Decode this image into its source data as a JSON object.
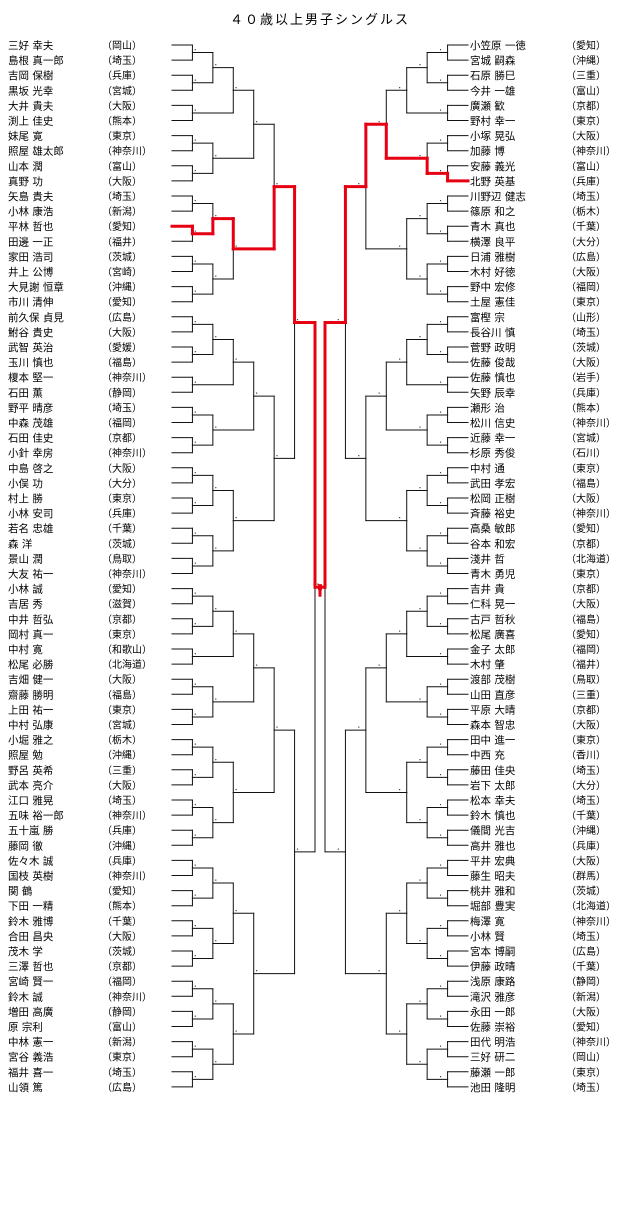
{
  "title": "４０歳以上男子シングルス",
  "left": [
    {
      "name": "三好 幸夫",
      "pref": "岡山"
    },
    {
      "name": "島根 真一郎",
      "pref": "埼玉"
    },
    {
      "name": "吉岡 保樹",
      "pref": "兵庫"
    },
    {
      "name": "黒坂 光幸",
      "pref": "宮城"
    },
    {
      "name": "大井 貴夫",
      "pref": "大阪"
    },
    {
      "name": "渕上 佳史",
      "pref": "熊本"
    },
    {
      "name": "妹尾 寛",
      "pref": "東京"
    },
    {
      "name": "照屋 雄太郎",
      "pref": "神奈川"
    },
    {
      "name": "山本 潤",
      "pref": "富山"
    },
    {
      "name": "真野 功",
      "pref": "大阪"
    },
    {
      "name": "矢島 貴夫",
      "pref": "埼玉"
    },
    {
      "name": "小林 康浩",
      "pref": "新潟"
    },
    {
      "name": "平林 哲也",
      "pref": "愛知"
    },
    {
      "name": "田邊 一正",
      "pref": "福井"
    },
    {
      "name": "家田 浩司",
      "pref": "茨城"
    },
    {
      "name": "井上 公博",
      "pref": "宮崎"
    },
    {
      "name": "大見謝 恒章",
      "pref": "沖縄"
    },
    {
      "name": "市川 清伸",
      "pref": "愛知"
    },
    {
      "name": "前久保 貞見",
      "pref": "広島"
    },
    {
      "name": "鮒谷 貴史",
      "pref": "大阪"
    },
    {
      "name": "武智 英治",
      "pref": "愛媛"
    },
    {
      "name": "玉川 慎也",
      "pref": "福島"
    },
    {
      "name": "榎本 堅一",
      "pref": "神奈川"
    },
    {
      "name": "石田 薫",
      "pref": "静岡"
    },
    {
      "name": "野平 晴彦",
      "pref": "埼玉"
    },
    {
      "name": "中森 茂雄",
      "pref": "福岡"
    },
    {
      "name": "石田 佳史",
      "pref": "京都"
    },
    {
      "name": "小針 幸房",
      "pref": "神奈川"
    },
    {
      "name": "中島 啓之",
      "pref": "大阪"
    },
    {
      "name": "小俣 功",
      "pref": "大分"
    },
    {
      "name": "村上 勝",
      "pref": "東京"
    },
    {
      "name": "小林 安司",
      "pref": "兵庫"
    },
    {
      "name": "若名 忠雄",
      "pref": "千葉"
    },
    {
      "name": "森 洋",
      "pref": "茨城"
    },
    {
      "name": "景山 潤",
      "pref": "鳥取"
    },
    {
      "name": "大友 祐一",
      "pref": "神奈川"
    },
    {
      "name": "小林 誠",
      "pref": "愛知"
    },
    {
      "name": "吉居 秀",
      "pref": "滋賀"
    },
    {
      "name": "中井 哲弘",
      "pref": "京都"
    },
    {
      "name": "岡村 真一",
      "pref": "東京"
    },
    {
      "name": "中村 寛",
      "pref": "和歌山"
    },
    {
      "name": "松尾 必勝",
      "pref": "北海道"
    },
    {
      "name": "吉畑 健一",
      "pref": "大阪"
    },
    {
      "name": "齋藤 勝明",
      "pref": "福島"
    },
    {
      "name": "上田 祐一",
      "pref": "東京"
    },
    {
      "name": "中村 弘康",
      "pref": "宮城"
    },
    {
      "name": "小堀 雅之",
      "pref": "栃木"
    },
    {
      "name": "照屋 勉",
      "pref": "沖縄"
    },
    {
      "name": "野呂 英希",
      "pref": "三重"
    },
    {
      "name": "武本 亮介",
      "pref": "大阪"
    },
    {
      "name": "江口 雅晃",
      "pref": "埼玉"
    },
    {
      "name": "五味 裕一郎",
      "pref": "神奈川"
    },
    {
      "name": "五十嵐 勝",
      "pref": "兵庫"
    },
    {
      "name": "藤岡 徹",
      "pref": "沖縄"
    },
    {
      "name": "佐々木 誠",
      "pref": "兵庫"
    },
    {
      "name": "国枝 英樹",
      "pref": "神奈川"
    },
    {
      "name": "関 鶴",
      "pref": "愛知"
    },
    {
      "name": "下田 一精",
      "pref": "熊本"
    },
    {
      "name": "鈴木 雅博",
      "pref": "千葉"
    },
    {
      "name": "合田 昌央",
      "pref": "大阪"
    },
    {
      "name": "茂木 学",
      "pref": "茨城"
    },
    {
      "name": "三澤 哲也",
      "pref": "京都"
    },
    {
      "name": "宮崎 賢一",
      "pref": "福岡"
    },
    {
      "name": "鈴木 誠",
      "pref": "神奈川"
    },
    {
      "name": "増田 高廣",
      "pref": "静岡"
    },
    {
      "name": "原 宗利",
      "pref": "富山"
    },
    {
      "name": "中林 憲一",
      "pref": "新潟"
    },
    {
      "name": "宮谷 義浩",
      "pref": "東京"
    },
    {
      "name": "福井 喜一",
      "pref": "埼玉"
    },
    {
      "name": "山領 篤",
      "pref": "広島"
    }
  ],
  "right": [
    {
      "name": "小笠原 一徳",
      "pref": "愛知"
    },
    {
      "name": "宮城 嗣森",
      "pref": "沖縄"
    },
    {
      "name": "石原 勝巳",
      "pref": "三重"
    },
    {
      "name": "今井 一雄",
      "pref": "富山"
    },
    {
      "name": "廣瀬 歓",
      "pref": "京都"
    },
    {
      "name": "野村 幸一",
      "pref": "東京"
    },
    {
      "name": "小塚 晃弘",
      "pref": "大阪"
    },
    {
      "name": "加藤 博",
      "pref": "神奈川"
    },
    {
      "name": "安藤 義光",
      "pref": "富山"
    },
    {
      "name": "北野 英基",
      "pref": "兵庫"
    },
    {
      "name": "川野辺 健志",
      "pref": "埼玉"
    },
    {
      "name": "篠原 和之",
      "pref": "栃木"
    },
    {
      "name": "青木 真也",
      "pref": "千葉"
    },
    {
      "name": "横澤 良平",
      "pref": "大分"
    },
    {
      "name": "日浦 雅樹",
      "pref": "広島"
    },
    {
      "name": "木村 好徳",
      "pref": "大阪"
    },
    {
      "name": "野中 宏修",
      "pref": "福岡"
    },
    {
      "name": "土屋 憲佳",
      "pref": "東京"
    },
    {
      "name": "富樫 宗",
      "pref": "山形"
    },
    {
      "name": "長谷川 慎",
      "pref": "埼玉"
    },
    {
      "name": "菅野 政明",
      "pref": "茨城"
    },
    {
      "name": "佐藤 俊哉",
      "pref": "大阪"
    },
    {
      "name": "佐藤 慎也",
      "pref": "岩手"
    },
    {
      "name": "矢野 辰幸",
      "pref": "兵庫"
    },
    {
      "name": "瀬形 治",
      "pref": "熊本"
    },
    {
      "name": "松川 信史",
      "pref": "神奈川"
    },
    {
      "name": "近藤 幸一",
      "pref": "宮城"
    },
    {
      "name": "杉原 秀俊",
      "pref": "石川"
    },
    {
      "name": "中村 通",
      "pref": "東京"
    },
    {
      "name": "武田 孝宏",
      "pref": "福島"
    },
    {
      "name": "松岡 正樹",
      "pref": "大阪"
    },
    {
      "name": "斉藤 裕史",
      "pref": "神奈川"
    },
    {
      "name": "高桑 敏郎",
      "pref": "愛知"
    },
    {
      "name": "谷本 和宏",
      "pref": "京都"
    },
    {
      "name": "淺井 哲",
      "pref": "北海道"
    },
    {
      "name": "青木 勇児",
      "pref": "東京"
    },
    {
      "name": "吉井 貴",
      "pref": "京都"
    },
    {
      "name": "仁科 晃一",
      "pref": "大阪"
    },
    {
      "name": "古戸 哲秋",
      "pref": "福島"
    },
    {
      "name": "松尾 廣喜",
      "pref": "愛知"
    },
    {
      "name": "金子 太郎",
      "pref": "福岡"
    },
    {
      "name": "木村 肇",
      "pref": "福井"
    },
    {
      "name": "渡部 茂樹",
      "pref": "鳥取"
    },
    {
      "name": "山田 直彦",
      "pref": "三重"
    },
    {
      "name": "平原 大晴",
      "pref": "京都"
    },
    {
      "name": "森本 智忠",
      "pref": "大阪"
    },
    {
      "name": "田中 進一",
      "pref": "東京"
    },
    {
      "name": "中西 充",
      "pref": "香川"
    },
    {
      "name": "藤田 佳央",
      "pref": "埼玉"
    },
    {
      "name": "岩下 太郎",
      "pref": "大分"
    },
    {
      "name": "松本 幸夫",
      "pref": "埼玉"
    },
    {
      "name": "鈴木 慎也",
      "pref": "千葉"
    },
    {
      "name": "儀間 光吉",
      "pref": "沖縄"
    },
    {
      "name": "高井 雅也",
      "pref": "兵庫"
    },
    {
      "name": "平井 宏典",
      "pref": "大阪"
    },
    {
      "name": "藤生 昭夫",
      "pref": "群馬"
    },
    {
      "name": "桃井 雅和",
      "pref": "茨城"
    },
    {
      "name": "堀部 豊実",
      "pref": "北海道"
    },
    {
      "name": "梅澤 寛",
      "pref": "神奈川"
    },
    {
      "name": "小林 賢",
      "pref": "埼玉"
    },
    {
      "name": "宮本 博嗣",
      "pref": "広島"
    },
    {
      "name": "伊藤 政晴",
      "pref": "千葉"
    },
    {
      "name": "浅原 康路",
      "pref": "静岡"
    },
    {
      "name": "滝沢 雅彦",
      "pref": "新潟"
    },
    {
      "name": "永田 一郎",
      "pref": "大阪"
    },
    {
      "name": "佐藤 崇裕",
      "pref": "愛知"
    },
    {
      "name": "田代 明浩",
      "pref": "神奈川"
    },
    {
      "name": "三好 研二",
      "pref": "岡山"
    },
    {
      "name": "藤瀬 一郎",
      "pref": "東京"
    },
    {
      "name": "池田 隆明",
      "pref": "埼玉"
    }
  ]
}
